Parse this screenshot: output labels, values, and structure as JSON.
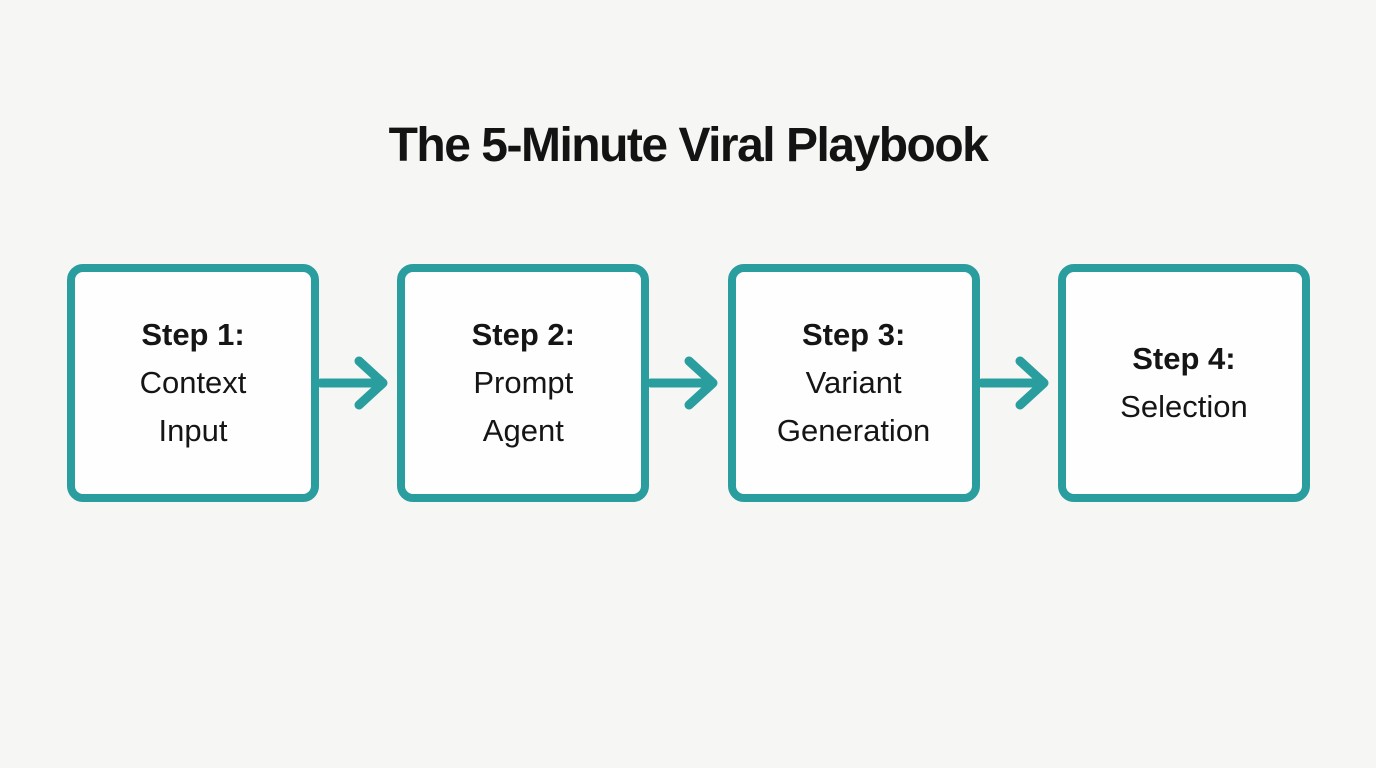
{
  "title": "The 5-Minute Viral Playbook",
  "colors": {
    "accent": "#2a9d9e",
    "background": "#f6f6f4",
    "box_fill": "#fefefe",
    "text": "#151515"
  },
  "steps": [
    {
      "label": "Step 1:",
      "name": "Context\nInput"
    },
    {
      "label": "Step 2:",
      "name": "Prompt\nAgent"
    },
    {
      "label": "Step 3:",
      "name": "Variant\nGeneration"
    },
    {
      "label": "Step 4:",
      "name": "Selection"
    }
  ],
  "arrow_icon": "right-arrow"
}
